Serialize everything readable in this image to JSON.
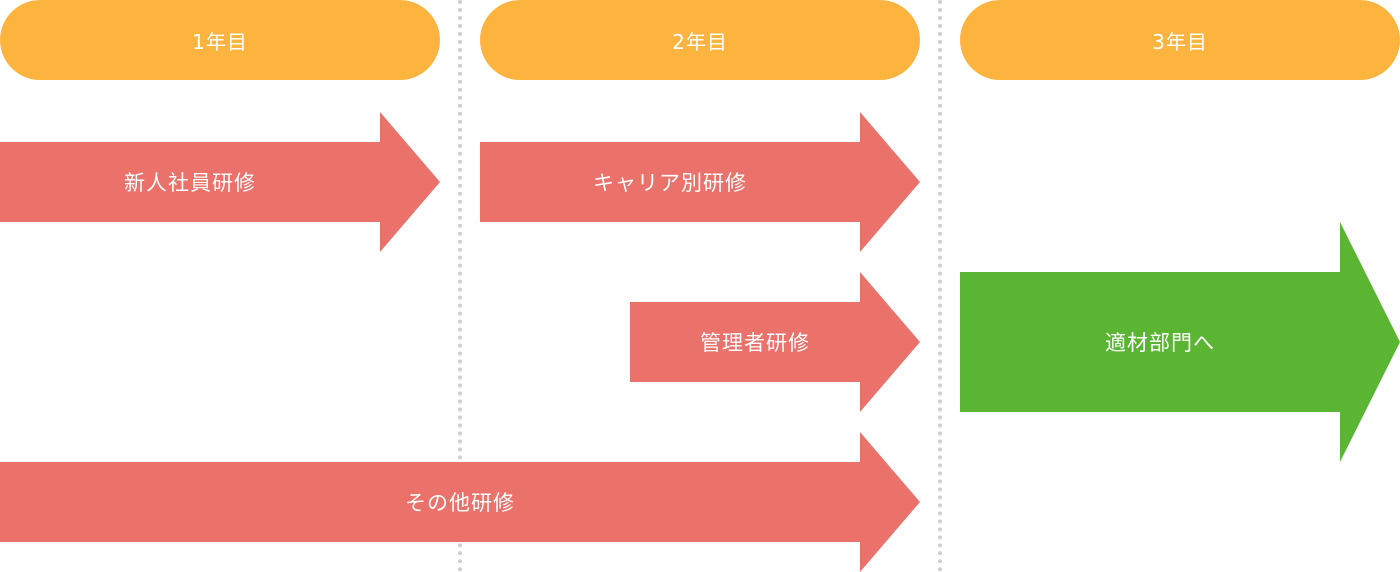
{
  "colors": {
    "year_pill": "#fdb43f",
    "training_arrow": "#ea726a",
    "destination_arrow": "#5ab533",
    "divider": "#cfcfcf"
  },
  "years": [
    {
      "label": "1年目"
    },
    {
      "label": "2年目"
    },
    {
      "label": "3年目"
    }
  ],
  "arrows": {
    "new_employee": {
      "label": "新人社員研修"
    },
    "career": {
      "label": "キャリア別研修"
    },
    "manager": {
      "label": "管理者研修"
    },
    "other": {
      "label": "その他研修"
    },
    "destination": {
      "label": "適材部門へ"
    }
  }
}
